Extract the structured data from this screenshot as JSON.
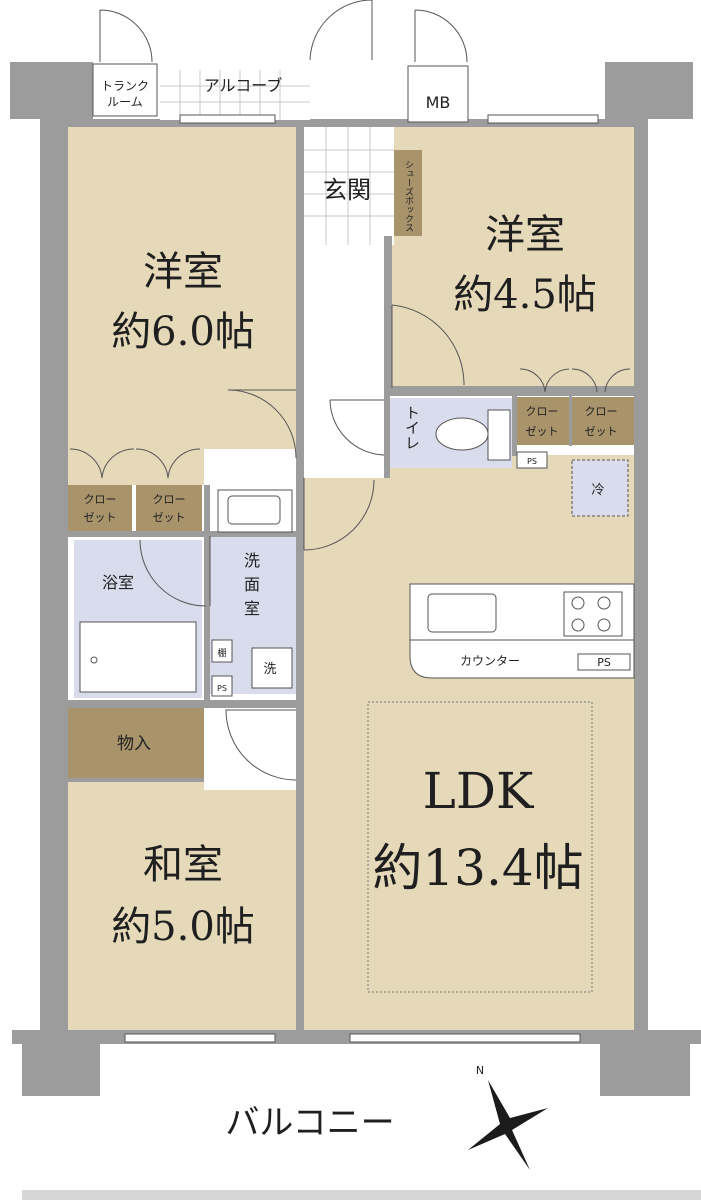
{
  "colors": {
    "wall": "#9c9c9c",
    "floor": "#e6d9b9",
    "storage": "#a8936a",
    "wet": "#d9dcec",
    "tile_line": "#c9c9c9",
    "line": "#555555",
    "white": "#ffffff",
    "balcony": "#ffffff"
  },
  "rooms": {
    "western_6": {
      "name": "洋室",
      "size": "約6.0帖"
    },
    "western_45": {
      "name": "洋室",
      "size": "約4.5帖"
    },
    "japanese": {
      "name": "和室",
      "size": "約5.0帖"
    },
    "ldk": {
      "name": "LDK",
      "size": "約13.4帖"
    }
  },
  "labels": {
    "trunk_room_1": "トランク",
    "trunk_room_2": "ルーム",
    "alcove": "アルコーブ",
    "mb": "MB",
    "entrance": "玄関",
    "shoe_box": "シューズボックス",
    "toilet": "トイレ",
    "closet_1": "クロー",
    "closet_2": "ゼット",
    "ps": "PS",
    "fridge": "冷",
    "bath": "浴室",
    "washroom_1": "洗",
    "washroom_2": "面",
    "washroom_3": "室",
    "shelf": "棚",
    "washer": "洗",
    "storage": "物入",
    "counter": "カウンター",
    "balcony": "バルコニー",
    "north": "N"
  }
}
